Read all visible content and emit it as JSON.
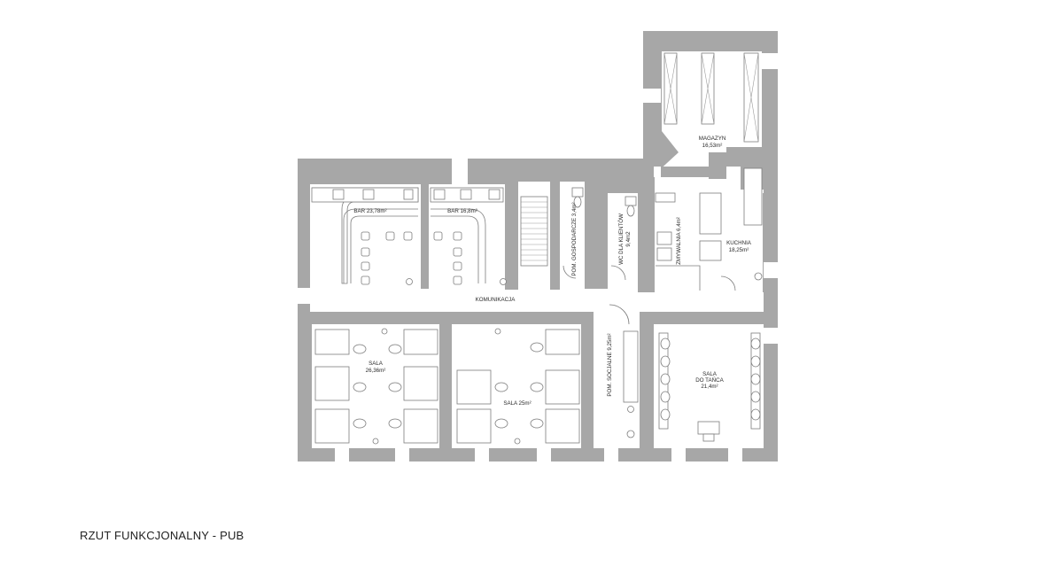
{
  "plan": {
    "caption": "RZUT FUNKCJONALNY - PUB",
    "rooms": {
      "bar1": "BAR 23,78m²",
      "bar2": "BAR 16,8m²",
      "pom_gosp": "POM. GOSPODARCZE 3,4m²",
      "wc_klient": "WC DLA KLIENTÓW",
      "wc_klient_area": "9,4m2",
      "magazyn": "MAGAZYN",
      "magazyn_area": "16,53m²",
      "zmywalnia": "ZMYWALNIA 6,4m²",
      "kuchnia": "KUCHNIA",
      "kuchnia_area": "18,25m²",
      "komunikacja": "KOMUNIKACJA",
      "sala1": "SALA",
      "sala1_area": "26,36m²",
      "sala2": "SALA 25m²",
      "pom_socjalne": "POM. SOCJALNE 9,25m²",
      "sala_taniec_1": "SALA",
      "sala_taniec_2": "DO TAŃCA",
      "sala_taniec_area": "21,4m²"
    }
  }
}
